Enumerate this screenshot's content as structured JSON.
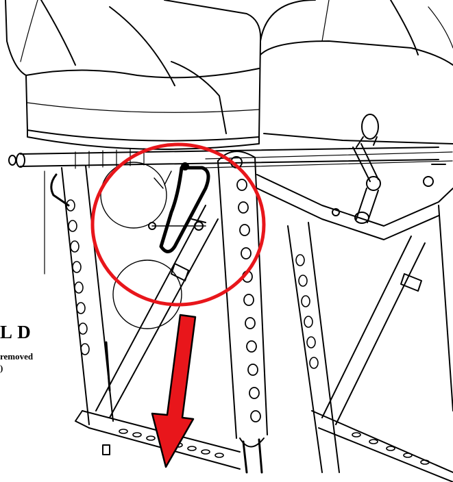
{
  "labels": {
    "view": "L D",
    "note_line1": "removed",
    "note_line2": ")"
  },
  "colors": {
    "line": "#000000",
    "background": "#ffffff",
    "highlight_circle": "#e8161b",
    "arrow_fill": "#e8161b",
    "arrow_stroke": "#000000"
  },
  "callouts": {
    "circle": "red-highlight-circle",
    "arrow": "red-downward-arrow"
  }
}
